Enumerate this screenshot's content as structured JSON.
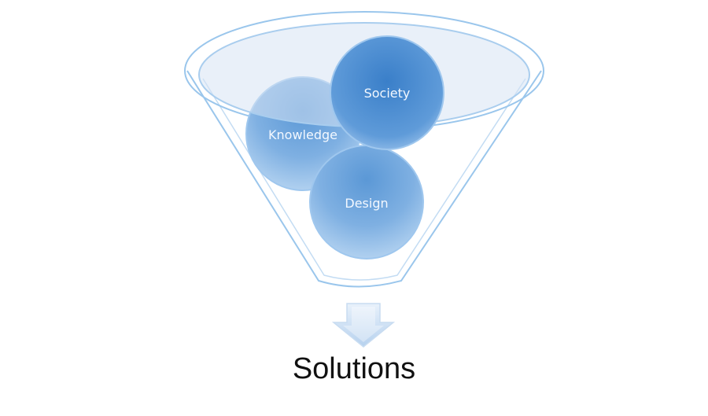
{
  "diagram": {
    "items": [
      {
        "label": "Knowledge"
      },
      {
        "label": "Society"
      },
      {
        "label": "Design"
      }
    ],
    "result": "Solutions"
  },
  "colors": {
    "funnel_stroke": "#8fbfe8",
    "funnel_rim_fill": "#d6e2f3",
    "ball_dark": "#3f84cc",
    "ball_light": "#9cc4ea",
    "arrow_fill": "#cfe1f4",
    "text": "#111111"
  },
  "icons": {
    "arrow": "down-arrow-icon"
  }
}
